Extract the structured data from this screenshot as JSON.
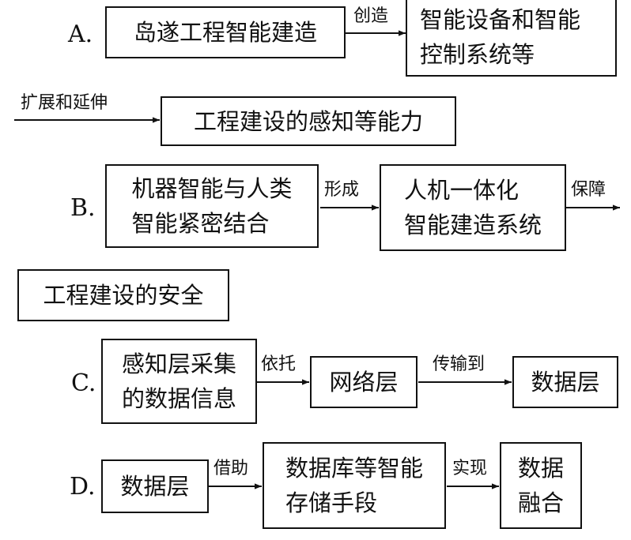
{
  "options": {
    "A": {
      "marker": "A.",
      "box1": "岛遂工程智能建造",
      "arrow1": "创造",
      "box2": "智能设备和智能\n控制系统等",
      "arrow2": "扩展和延伸",
      "box3": "工程建设的感知等能力"
    },
    "B": {
      "marker": "B.",
      "box1": "机器智能与人类\n智能紧密结合",
      "arrow1": "形成",
      "box2": "人机一体化\n智能建造系统",
      "arrow2": "保障",
      "box3": "工程建设的安全"
    },
    "C": {
      "marker": "C.",
      "box1": "感知层采集\n的数据信息",
      "arrow1": "依托",
      "box2": "网络层",
      "arrow2": "传输到",
      "box3": "数据层"
    },
    "D": {
      "marker": "D.",
      "box1": "数据层",
      "arrow1": "借助",
      "box2": "数据库等智能\n存储手段",
      "arrow2": "实现",
      "box3": "数据\n融合"
    }
  }
}
